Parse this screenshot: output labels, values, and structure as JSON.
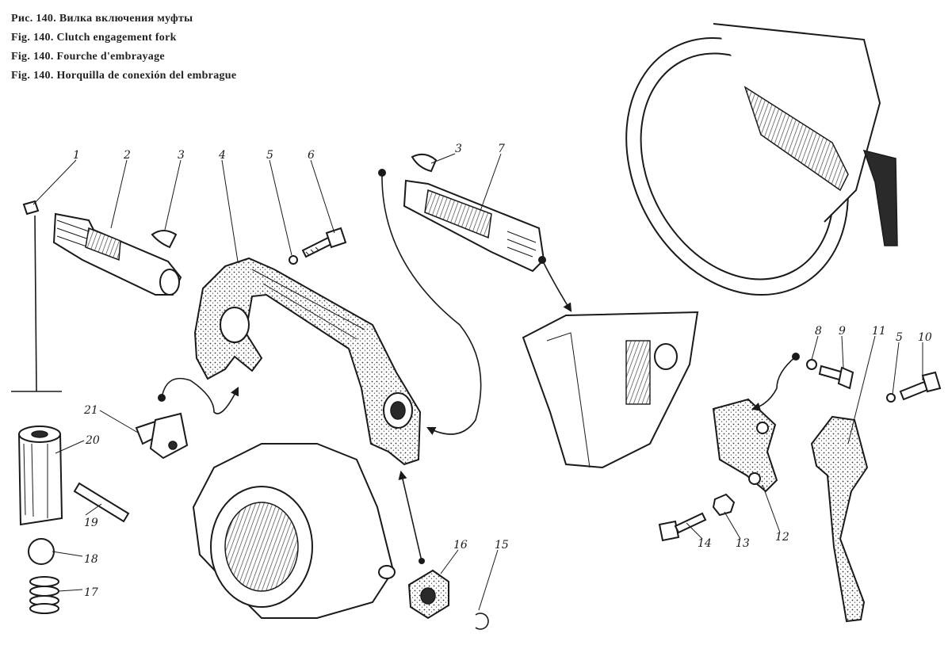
{
  "captions": [
    "Рис. 140. Вилка включения муфты",
    "Fig. 140. Clutch engagement fork",
    "Fig. 140. Fourche d'embrayage",
    "Fig. 140. Horquilla de conexión del embrague"
  ],
  "callouts": [
    "1",
    "2",
    "3",
    "4",
    "5",
    "6",
    "3",
    "7",
    "8",
    "9",
    "11",
    "5",
    "10",
    "21",
    "20",
    "19",
    "18",
    "17",
    "16",
    "15",
    "14",
    "13",
    "12"
  ],
  "colors": {
    "ink": "#1a1a1a",
    "paper": "#ffffff"
  }
}
